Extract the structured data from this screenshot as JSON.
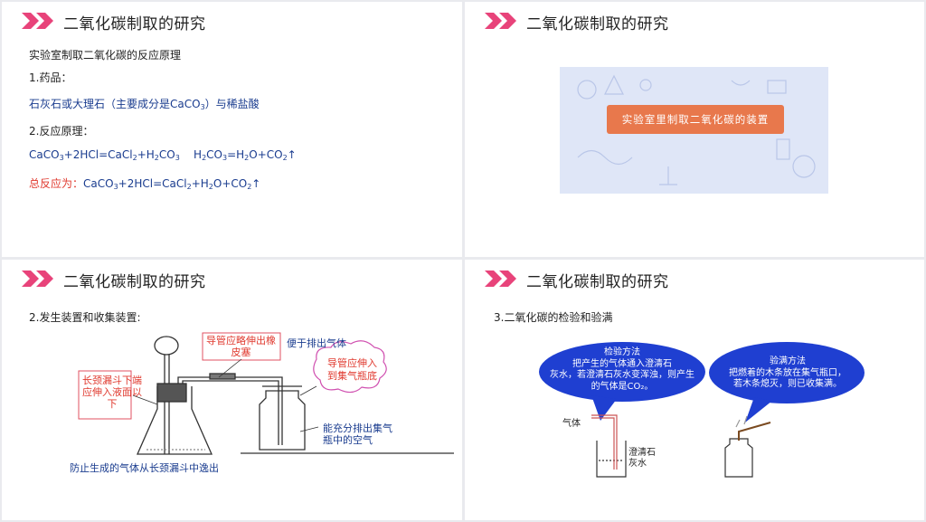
{
  "slides": [
    {
      "title": "二氧化碳制取的研究",
      "subtitle": "实验室制取二氧化碳的反应原理",
      "h1": "1.药品：",
      "drugs_a": "石灰石或大理石（主要成分是CaCO",
      "drugs_sub": "3",
      "drugs_b": "）与稀盐酸",
      "h2": "2.反应原理：",
      "eq1": [
        "CaCO",
        "3",
        "+2HCl=CaCl",
        "2",
        "+H",
        "2",
        "CO",
        "3",
        "    H",
        "2",
        "CO",
        "3",
        "=H",
        "2",
        "O+CO",
        "2",
        "↑"
      ],
      "total_label": "总反应为：",
      "eq2": [
        "CaCO",
        "3",
        "+2HCl=CaCl",
        "2",
        "+H",
        "2",
        "O+CO",
        "2",
        "↑"
      ]
    },
    {
      "title": "二氧化碳制取的研究",
      "button_label": "实验室里制取二氧化碳的装置"
    },
    {
      "title": "二氧化碳制取的研究",
      "heading": "2.发生装置和收集装置:",
      "note_funnel": [
        "长颈漏斗下端",
        "应伸入液面以",
        "下"
      ],
      "note_tube": [
        "导管应略伸出橡",
        "皮塞"
      ],
      "note_exhaust": "便于排出气体",
      "note_bottle": [
        "导管应伸入",
        "到集气瓶底"
      ],
      "note_air": [
        "能充分排出集气",
        "瓶中的空气"
      ],
      "note_bottom": "防止生成的气体从长颈漏斗中逸出"
    },
    {
      "title": "二氧化碳制取的研究",
      "heading": "3.二氧化碳的检验和验满",
      "bubble1": {
        "title": "检验方法",
        "lines": [
          "把产生的气体通入澄清石",
          "灰水，若澄清石灰水变浑浊，则产生",
          "的气体是CO₂。"
        ]
      },
      "bubble2": {
        "title": "验满方法",
        "lines": [
          "把燃着的木条放在集气瓶口，",
          "若木条熄灭，则已收集满。"
        ]
      },
      "gas_label": "气体",
      "lime_label": [
        "澄清石",
        "灰水"
      ]
    }
  ],
  "colors": {
    "chevron": "#e8437a",
    "blue_text": "#1a3c8f",
    "red_text": "#e03a2f",
    "bubble": "#1f3fd1",
    "button": "#e8784c"
  }
}
